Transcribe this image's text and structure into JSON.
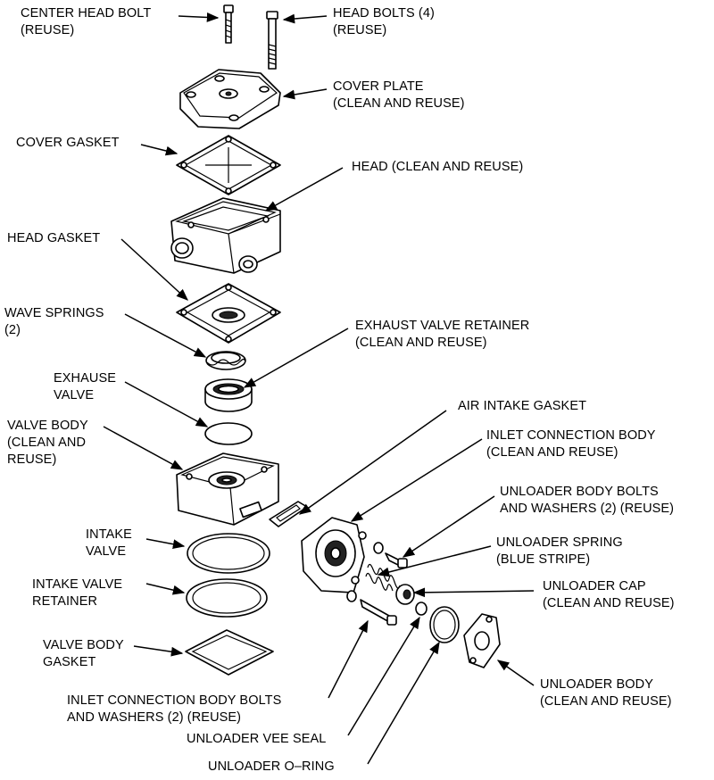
{
  "labels": {
    "center_head_bolt": [
      "CENTER HEAD BOLT",
      "(REUSE)"
    ],
    "head_bolts": [
      "HEAD BOLTS (4)",
      "(REUSE)"
    ],
    "cover_plate": [
      "COVER PLATE",
      "(CLEAN AND REUSE)"
    ],
    "cover_gasket": [
      "COVER GASKET"
    ],
    "head": [
      "HEAD (CLEAN AND REUSE)"
    ],
    "head_gasket": [
      "HEAD GASKET"
    ],
    "wave_springs": [
      "WAVE SPRINGS",
      "(2)"
    ],
    "exhaust_valve_retainer": [
      "EXHAUST VALVE RETAINER",
      "(CLEAN AND REUSE)"
    ],
    "exhaust_valve": [
      "EXHAUSE",
      "VALVE"
    ],
    "valve_body": [
      "VALVE BODY",
      "(CLEAN AND",
      "REUSE)"
    ],
    "air_intake_gasket": [
      "AIR INTAKE GASKET"
    ],
    "inlet_connection_body": [
      "INLET CONNECTION BODY",
      "(CLEAN AND REUSE)"
    ],
    "unloader_body_bolts": [
      "UNLOADER BODY BOLTS",
      "AND WASHERS (2) (REUSE)"
    ],
    "unloader_spring": [
      "UNLOADER SPRING",
      "(BLUE STRIPE)"
    ],
    "intake_valve": [
      "INTAKE",
      "VALVE"
    ],
    "intake_valve_retainer": [
      "INTAKE VALVE",
      "RETAINER"
    ],
    "unloader_cap": [
      "UNLOADER CAP",
      "(CLEAN AND REUSE)"
    ],
    "valve_body_gasket": [
      "VALVE BODY",
      "GASKET"
    ],
    "unloader_body": [
      "UNLOADER BODY",
      "(CLEAN AND REUSE)"
    ],
    "inlet_body_bolts": [
      "INLET CONNECTION BODY BOLTS",
      "AND WASHERS (2) (REUSE)"
    ],
    "unloader_vee_seal": [
      "UNLOADER VEE SEAL"
    ],
    "unloader_o_ring": [
      "UNLOADER O–RING"
    ]
  }
}
